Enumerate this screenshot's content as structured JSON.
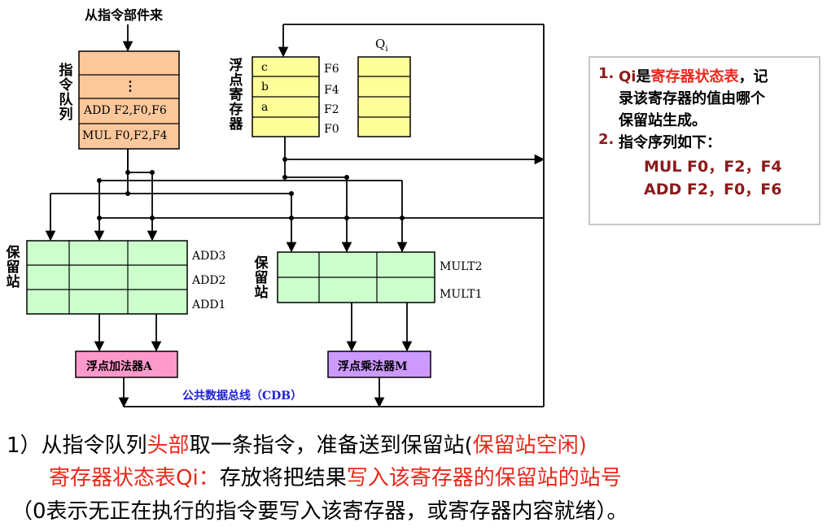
{
  "diagram": {
    "source_label": "从指令部件来",
    "queue": {
      "label_chars": [
        "指",
        "令",
        "队",
        "列"
      ],
      "rows": [
        "",
        "⋮",
        "ADD F2,F0,F6",
        "MUL F0,F2,F4"
      ]
    },
    "fp_registers": {
      "label_chars": [
        "浮",
        "点",
        "寄",
        "存",
        "器"
      ],
      "values": [
        "c",
        "b",
        "a",
        ""
      ],
      "names": [
        "F6",
        "F4",
        "F2",
        "F0"
      ]
    },
    "qi_label": "Q",
    "qi_subscript": "i",
    "rs_left": {
      "label_chars": [
        "保",
        "留",
        "站"
      ],
      "names": [
        "ADD3",
        "ADD2",
        "ADD1"
      ]
    },
    "rs_right": {
      "label_chars": [
        "保",
        "留",
        "站"
      ],
      "names": [
        "MULT2",
        "MULT1"
      ]
    },
    "adder_label": "浮点加法器A",
    "multiplier_label": "浮点乘法器M",
    "cdb_label": "公共数据总线（CDB）",
    "colors": {
      "queue": "#fcc89b",
      "register": "#ffff99",
      "station": "#ccffcc",
      "adder": "#ff99cc",
      "multiplier": "#cc99ff",
      "cdb_label": "#1f1fd8"
    }
  },
  "notes": {
    "item1_num": "1.",
    "item1_qi": "Qi",
    "item1_is": "是",
    "item1_term": "寄存器状态表",
    "item1_rest": "，记",
    "item1_line2": "录该寄存器的值由哪个",
    "item1_line3": "保留站生成。",
    "item2_num": "2.",
    "item2_text": "指令序列如下：",
    "instr1": "MUL F0，F2，F4",
    "instr2": "ADD F2，F0，F6"
  },
  "bottom": {
    "l1_a": "1）从指令队列",
    "l1_b": "头部",
    "l1_c": "取一条指令，准备送到保留站(",
    "l1_d": "保留站空闲)",
    "l2_a": "寄存器状态表Qi：",
    "l2_b": "存放将把结果",
    "l2_c": "写入该寄存器的保留站的站号",
    "l3": "（0表示无正在执行的指令要写入该寄存器，或寄存器内容就绪）。"
  }
}
